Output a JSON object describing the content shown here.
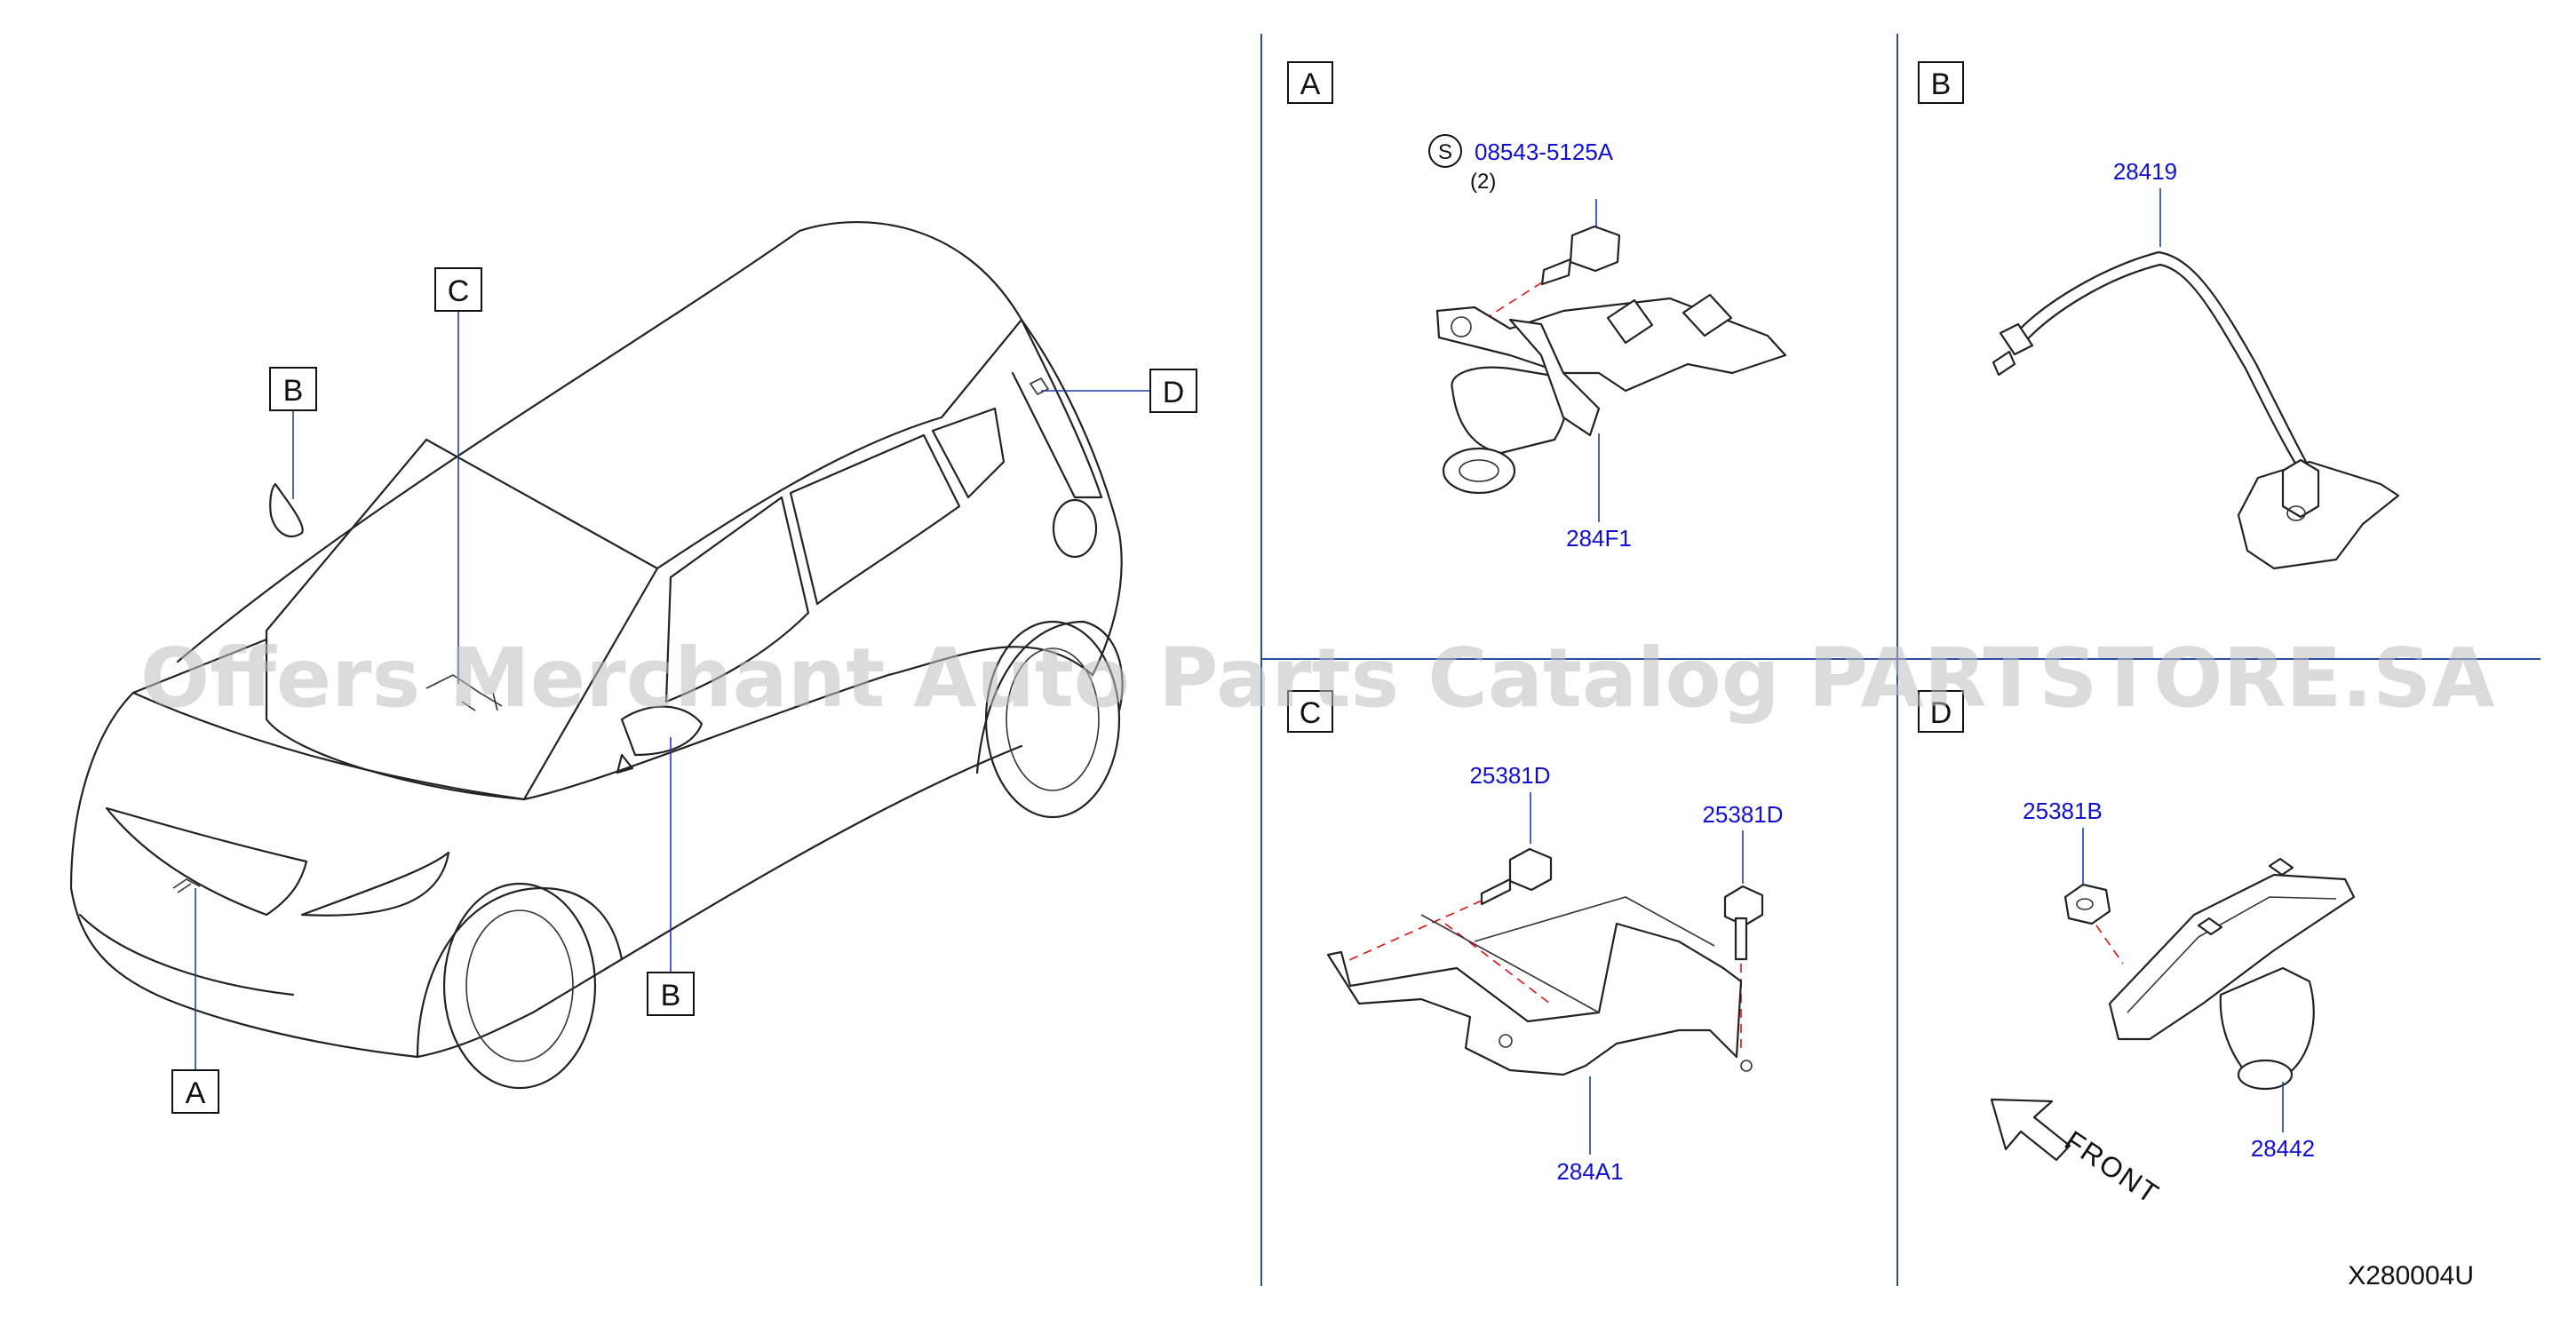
{
  "car_callouts": {
    "a": "A",
    "b_left": "B",
    "b_mirror": "B",
    "c": "C",
    "d": "D"
  },
  "panels": {
    "a": {
      "label": "A",
      "screw_symbol": "S",
      "screw_part": "08543-5125A",
      "screw_qty": "(2)",
      "camera_part": "284F1"
    },
    "b": {
      "label": "B",
      "camera_part": "28419"
    },
    "c": {
      "label": "C",
      "bolt_left_part": "25381D",
      "bolt_right_part": "25381D",
      "bracket_part": "284A1"
    },
    "d": {
      "label": "D",
      "nut_part": "25381B",
      "camera_part": "28442",
      "front_label": "FRONT"
    }
  },
  "diagram_code": "X280004U",
  "watermark": "Offers Merchant Auto Parts Catalog PARTSTORE.SA",
  "colors": {
    "part_number": "#1010d0",
    "divider": "#2a4ca5",
    "installation_line": "#e01010",
    "watermark": "#bdbdbd"
  }
}
